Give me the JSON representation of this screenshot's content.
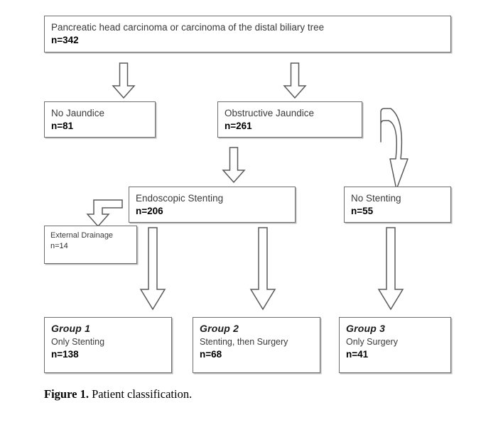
{
  "figure": {
    "caption_lead": "Figure 1.",
    "caption_text": " Patient classification."
  },
  "nodes": {
    "cohort": {
      "title": "Pancreatic head carcinoma or carcinoma of the distal biliary tree",
      "count": "n=342"
    },
    "no_jaundice": {
      "title": "No Jaundice",
      "count": "n=81"
    },
    "obstructive_jaundice": {
      "title": "Obstructive Jaundice",
      "count": "n=261"
    },
    "endoscopic_stenting": {
      "title": "Endoscopic Stenting",
      "count": "n=206"
    },
    "no_stenting": {
      "title": "No Stenting",
      "count": "n=55"
    },
    "external_drainage": {
      "title": "External Drainage",
      "count": "n=14"
    },
    "group1": {
      "group": "Group 1",
      "subtitle": "Only Stenting",
      "count": "n=138"
    },
    "group2": {
      "group": "Group 2",
      "subtitle": "Stenting, then Surgery",
      "count": "n=68"
    },
    "group3": {
      "group": "Group 3",
      "subtitle": "Only Surgery",
      "count": "n=41"
    }
  },
  "arrows": [
    {
      "id": "cohort-to-no-jaundice",
      "kind": "block-arrow-down"
    },
    {
      "id": "cohort-to-obstructive-jaundice",
      "kind": "block-arrow-down"
    },
    {
      "id": "obstructive-to-endoscopic",
      "kind": "block-arrow-down"
    },
    {
      "id": "obstructive-to-no-stenting",
      "kind": "block-arrow-curved-down"
    },
    {
      "id": "endoscopic-to-external-drainage",
      "kind": "block-arrow-elbow-left-down"
    },
    {
      "id": "endoscopic-to-group1",
      "kind": "block-arrow-down-long"
    },
    {
      "id": "endoscopic-to-group2",
      "kind": "block-arrow-down-long"
    },
    {
      "id": "no-stenting-to-group3",
      "kind": "block-arrow-down-long"
    }
  ],
  "colors": {
    "box_border": "#6f6f6f",
    "box_shadow": "#b9b9b9",
    "arrow_stroke": "#5a5a5a",
    "page_background": "#ffffff",
    "title_text": "#3a3a3a",
    "count_text": "#000000"
  }
}
